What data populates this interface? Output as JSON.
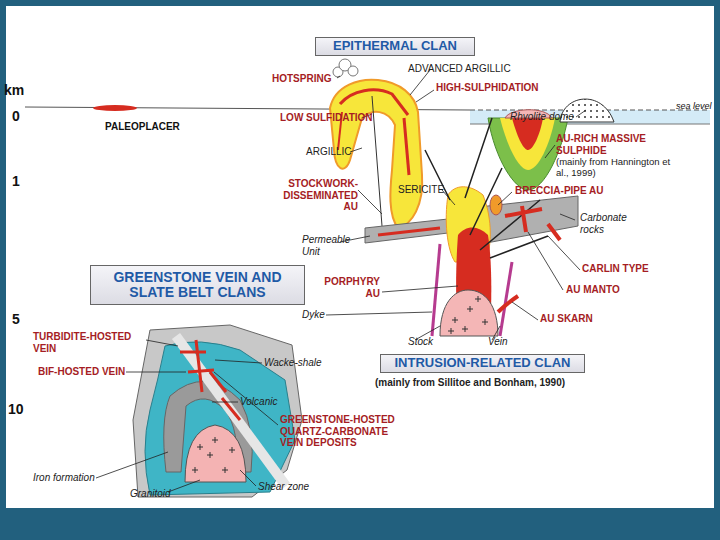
{
  "diagram": {
    "nodes": [
      {
        "text": [
          "EPITHERMAL CLAN"
        ]
      },
      {
        "text": [
          "GREENSTONE VEIN AND SLATE BELT CLANS"
        ]
      },
      {
        "text": [
          "INTRUSION-RELATED CLAN",
          "(mainly from Sillitoe and Bonham, 1990)"
        ]
      }
    ],
    "labels": [
      "km",
      "HOTSPRING",
      "ADVANCED ARGILLIC",
      "HIGH-SULPHIDATION",
      "0",
      "PALEOPLACER",
      "LOW SULFIDATION",
      "Rhyolite dome",
      "sea level",
      "AU-RICH MASSIVE SULPHIDE",
      "(mainly from Hannington et al., 1999)",
      "1",
      "ARGILLIC",
      "STOCKWORK-DISSEMINATED AU",
      "SERICITE",
      "BRECCIA-PIPE AU",
      "Carbonate rocks",
      "Permeable Unit",
      "PORPHYRY AU",
      "CARLIN TYPE",
      "AU MANTO",
      "5",
      "Dyke",
      "Stock",
      "Vein",
      "AU SKARN",
      "TURBIDITE-HOSTED VEIN",
      "BIF-HOSTED VEIN",
      "Wacke-shale",
      "10",
      "Volcanic",
      "GREENSTONE-HOSTED QUARTZ-CARBONATE VEIN DEPOSITS",
      "Iron formation",
      "Granitoid",
      "Shear zone"
    ]
  }
}
